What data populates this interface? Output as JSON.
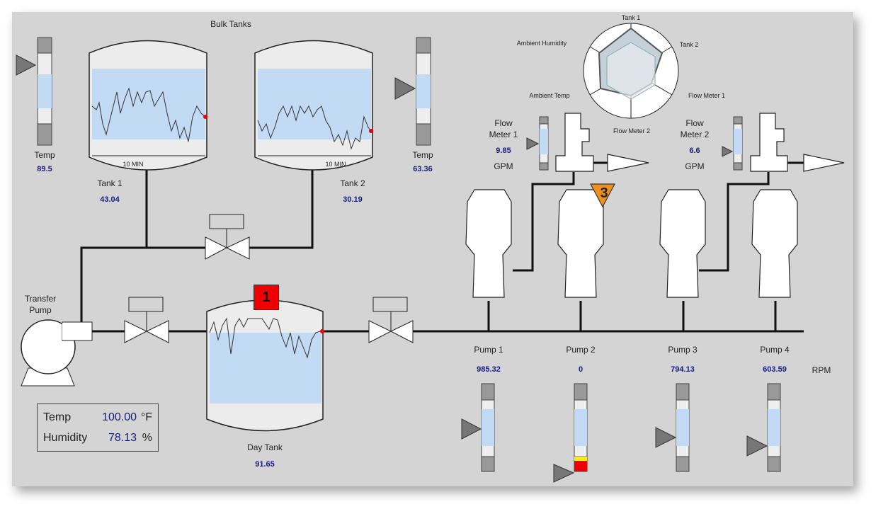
{
  "title": "Bulk Tanks",
  "temps": [
    {
      "label": "Temp",
      "value": "89.5"
    },
    {
      "label": "Temp",
      "value": "63.36"
    }
  ],
  "tanks": [
    {
      "label": "Tank 1",
      "value": "43.04",
      "trend_caption": "10 MIN"
    },
    {
      "label": "Tank 2",
      "value": "30.19",
      "trend_caption": "10 MIN"
    }
  ],
  "day_tank": {
    "label": "Day Tank",
    "value": "91.65"
  },
  "transfer_pump": {
    "label_line1": "Transfer",
    "label_line2": "Pump"
  },
  "environment": {
    "temp_label": "Temp",
    "temp_value": "100.00",
    "temp_unit": "°F",
    "humidity_label": "Humidity",
    "humidity_value": "78.13",
    "humidity_unit": "%"
  },
  "alarms": {
    "day_tank": "1",
    "pump2": "3"
  },
  "radar": {
    "axes": [
      "Tank 1",
      "Tank 2",
      "Flow Meter 1",
      "Flow Meter 2",
      "Ambient Temp",
      "Ambient Humidity"
    ]
  },
  "flow_meters": [
    {
      "label_line1": "Flow",
      "label_line2": "Meter 1",
      "value": "9.85",
      "unit": "GPM"
    },
    {
      "label_line1": "Flow",
      "label_line2": "Meter 2",
      "value": "6.6",
      "unit": "GPM"
    }
  ],
  "pumps": [
    {
      "label": "Pump 1",
      "value": "985.32"
    },
    {
      "label": "Pump 2",
      "value": "0"
    },
    {
      "label": "Pump 3",
      "value": "794.13"
    },
    {
      "label": "Pump 4",
      "value": "603.59"
    }
  ],
  "rpm_unit": "RPM",
  "colors": {
    "background": "#d4d4d4",
    "fill": "#b9d3f0",
    "value_text": "#1a1a80",
    "alarm_red": "#ee0000",
    "alarm_orange": "#f0901e"
  }
}
